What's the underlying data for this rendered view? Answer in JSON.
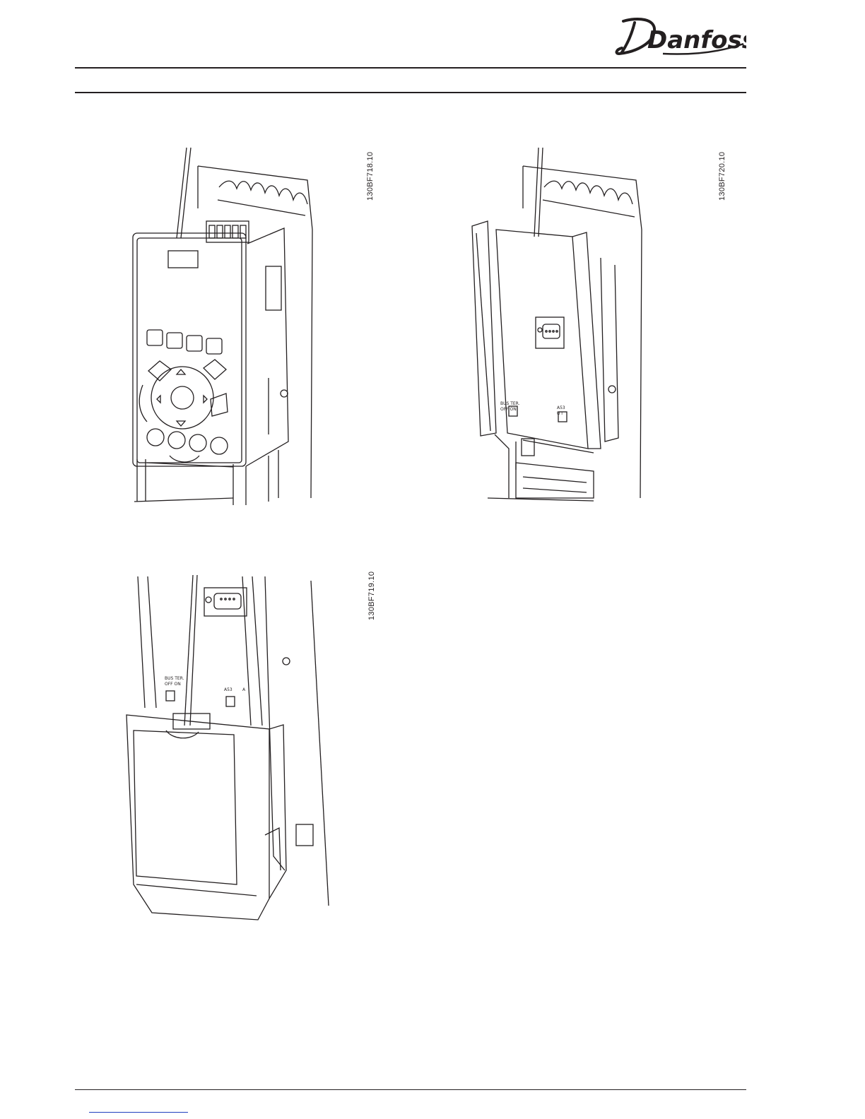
{
  "header": {
    "logo_text": "Danfoss"
  },
  "figures": [
    {
      "code": "130BF718.10"
    },
    {
      "code": "130BF720.10"
    },
    {
      "code": "130BF719.10"
    }
  ],
  "drawing_labels": {
    "bus_ter": "BUS TER.",
    "off_on": "OFF ON",
    "a53": "A53",
    "u_i": "U I",
    "a": "A"
  }
}
